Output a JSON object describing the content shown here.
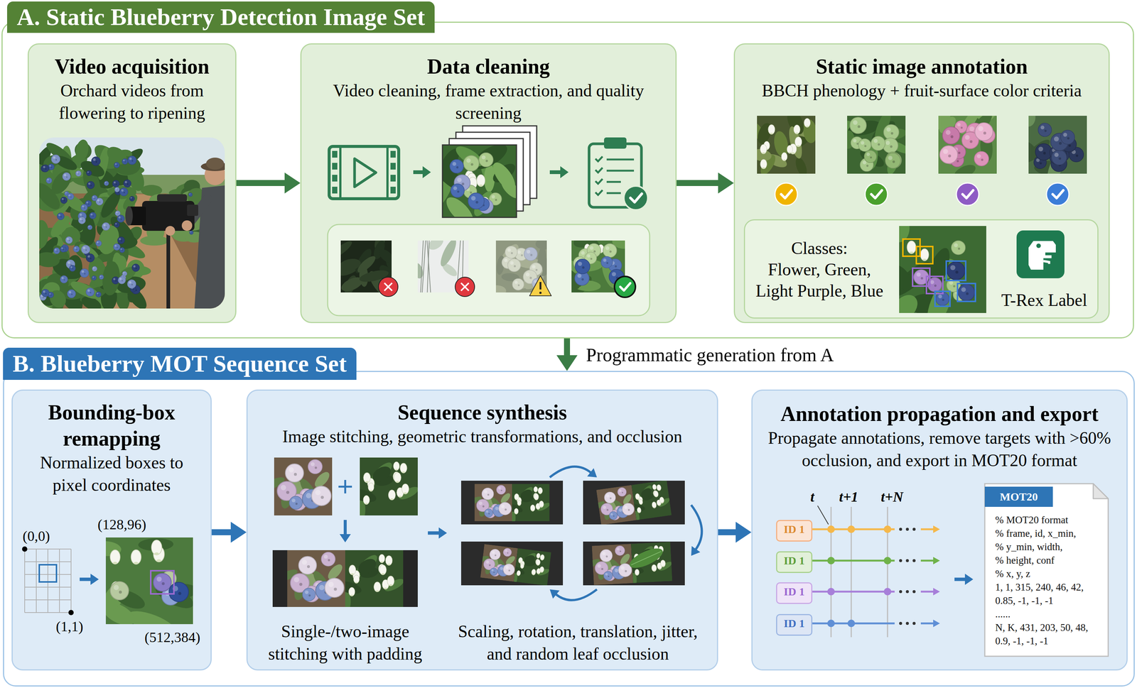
{
  "diagram": {
    "nodes": [
      {
        "text": [
          "A. Static Blueberry Detection Image Set"
        ]
      },
      {
        "text": [
          "Video acquisition",
          "Orchard videos from flowering to ripening"
        ],
        "in": 0
      },
      {
        "text": [
          "Data cleaning",
          "Video cleaning, frame extraction, and quality screening"
        ],
        "in": 0
      },
      {
        "text": [
          "Static image annotation",
          "BBCH phenology + fruit-surface color criteria"
        ],
        "in": 0
      },
      {
        "text": [
          "Classes:",
          "Flower, Green, Light Purple, Blue",
          "T-Rex Label"
        ],
        "in": 3
      },
      {
        "text": [
          "B. Blueberry MOT Sequence Set"
        ]
      },
      {
        "text": [
          "Bounding-box remapping",
          "Normalized boxes to pixel coordinates"
        ],
        "in": 5
      },
      {
        "text": [
          "Sequence synthesis",
          "Image stitching, geometric transformations, and occlusion"
        ],
        "in": 5
      },
      {
        "text": [
          "Annotation propagation and export",
          "Propagate annotations, remove targets with >60% occlusion, and export in MOT20 format"
        ],
        "in": 5
      },
      {
        "text": [
          "ID 1"
        ],
        "in": 8
      },
      {
        "text": [
          "ID 1"
        ],
        "in": 8
      },
      {
        "text": [
          "ID 1"
        ],
        "in": 8
      },
      {
        "text": [
          "ID 1"
        ],
        "in": 8
      },
      {
        "text": [
          "MOT20",
          "% MOT20 format",
          "% frame, id, x_min,",
          "% y_min, width,",
          "% height, conf",
          "% x, y, z",
          "1, 1, 315, 240, 46, 42, 0.85, -1, -1, -1",
          "......",
          "N, K, 431, 203, 50, 48, 0.9, -1, -1, -1"
        ],
        "in": 8
      }
    ],
    "edges": [
      {
        "from": 1,
        "to": 2,
        "arrow": "to"
      },
      {
        "from": 2,
        "to": 3,
        "arrow": "to"
      },
      {
        "from": 0,
        "to": 5,
        "label": "Programmatic generation from A",
        "arrow": "to"
      },
      {
        "from": 6,
        "to": 7,
        "arrow": "to"
      },
      {
        "from": 7,
        "to": 8,
        "arrow": "to"
      }
    ],
    "labels": [
      "(0,0)",
      "(128,96)",
      "(1,1)",
      "(512,384)",
      "Single-/two-image stitching with padding",
      "Scaling, rotation, translation, jitter, and random leaf occlusion",
      "t",
      "t+1",
      "t+N"
    ]
  }
}
